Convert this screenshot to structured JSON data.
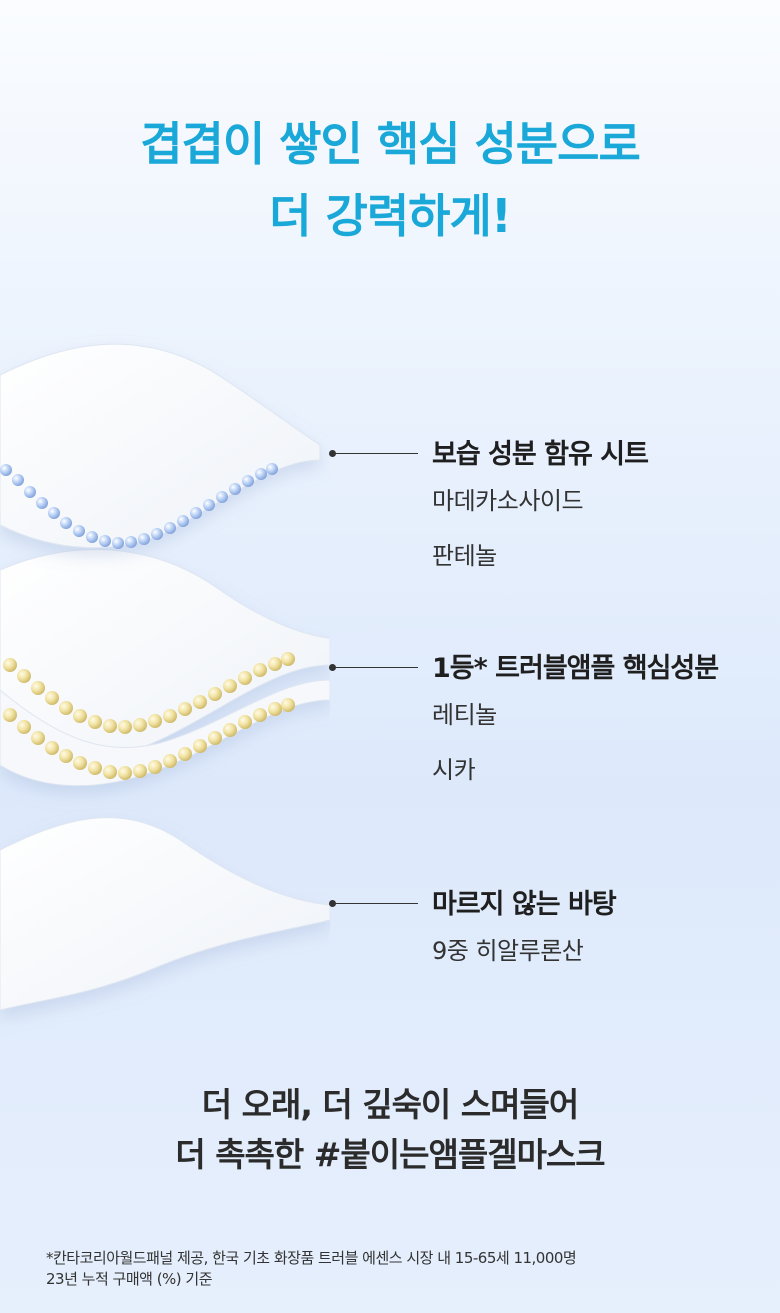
{
  "headline": {
    "line1": "겹겹이 쌓인 핵심 성분으로",
    "line2": "더 강력하게!"
  },
  "colors": {
    "headline": "#1aa8d8",
    "blue_beads": "#a9c6f2",
    "yellow_beads": "#f0e2a0"
  },
  "features": [
    {
      "title": "보습 성분 함유 시트",
      "items": [
        "마데카소사이드",
        "판테놀"
      ]
    },
    {
      "title": "1등* 트러블앰플 핵심성분",
      "items": [
        "레티놀",
        "시카"
      ]
    },
    {
      "title": "마르지 않는 바탕",
      "items": [
        "9중 히알루론산"
      ]
    }
  ],
  "closing": {
    "line1": "더 오래, 더 깊숙이 스며들어",
    "line2": "더 촉촉한 #붙이는앰플겔마스크"
  },
  "footnote": {
    "line1": "*칸타코리아월드패널 제공, 한국 기초 화장품 트러블 에센스 시장 내 15-65세 11,000명",
    "line2": "23년 누적 구매액 (%) 기준"
  }
}
